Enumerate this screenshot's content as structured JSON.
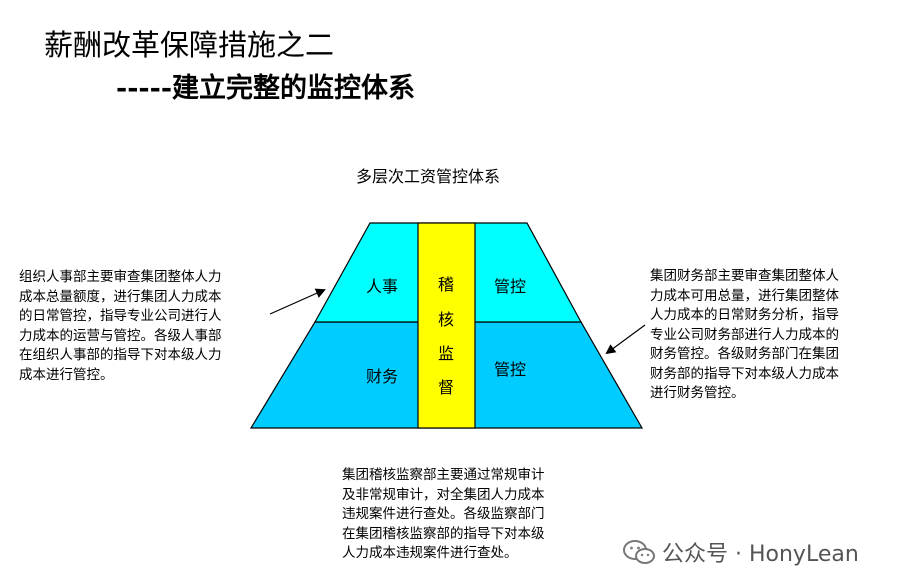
{
  "header": {
    "title": "薪酬改革保障措施之二",
    "subtitle": "-----建立完整的监控体系"
  },
  "diagram": {
    "heading": "多层次工资管控体系",
    "cells": {
      "top_left": "人事",
      "top_right": "管控",
      "bottom_left": "财务",
      "bottom_right": "管控",
      "center_chars": [
        "稽",
        "核",
        "监",
        "督"
      ]
    },
    "colors": {
      "upper_band": "#00ffff",
      "lower_band": "#00ccff",
      "center_column": "#ffff00",
      "border": "#000000"
    }
  },
  "descriptions": {
    "left": [
      "组织人事部主要审查集团整体人力",
      "成本总量额度，进行集团人力成本",
      "的日常管控，指导专业公司进行人",
      "力成本的运营与管控。各级人事部",
      "在组织人事部的指导下对本级人力",
      "成本进行管控。"
    ],
    "right": [
      "集团财务部主要审查集团整体人",
      "力成本可用总量，进行集团整体",
      "人力成本的日常财务分析，指导",
      "专业公司财务部进行人力成本的",
      "财务管控。各级财务部门在集团",
      "财务部的指导下对本级人力成本",
      "进行财务管控。"
    ],
    "bottom": [
      "集团稽核监察部主要通过常规审计",
      "及非常规审计，对全集团人力成本",
      "违规案件进行查处。各级监察部门",
      "在集团稽核监察部的指导下对本级",
      "人力成本违规案件进行查处。"
    ]
  },
  "watermark": {
    "text": "公众号 · HonyLean",
    "icon": "wechat-icon"
  }
}
